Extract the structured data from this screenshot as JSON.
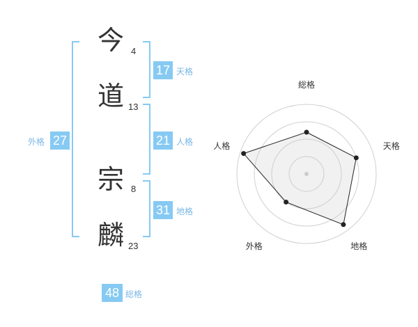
{
  "name": {
    "chars": [
      {
        "kanji": "今",
        "strokes": "4"
      },
      {
        "kanji": "道",
        "strokes": "13"
      },
      {
        "kanji": "宗",
        "strokes": "8"
      },
      {
        "kanji": "麟",
        "strokes": "23"
      }
    ]
  },
  "fortunes": {
    "tenkaku": {
      "value": "17",
      "label": "天格"
    },
    "jinkaku": {
      "value": "21",
      "label": "人格"
    },
    "chikaku": {
      "value": "31",
      "label": "地格"
    },
    "gaikaku": {
      "value": "27",
      "label": "外格"
    },
    "soukaku": {
      "value": "48",
      "label": "総格"
    }
  },
  "colors": {
    "accent": "#86caf3",
    "bracket": "#86caf3",
    "label": "#7ab8e6",
    "text": "#333333"
  },
  "chart_data": {
    "type": "radar",
    "axes": [
      "総格",
      "天格",
      "地格",
      "外格",
      "人格"
    ],
    "values": [
      0.6,
      0.75,
      0.9,
      0.5,
      0.95
    ],
    "max": 1,
    "rings": 4
  }
}
